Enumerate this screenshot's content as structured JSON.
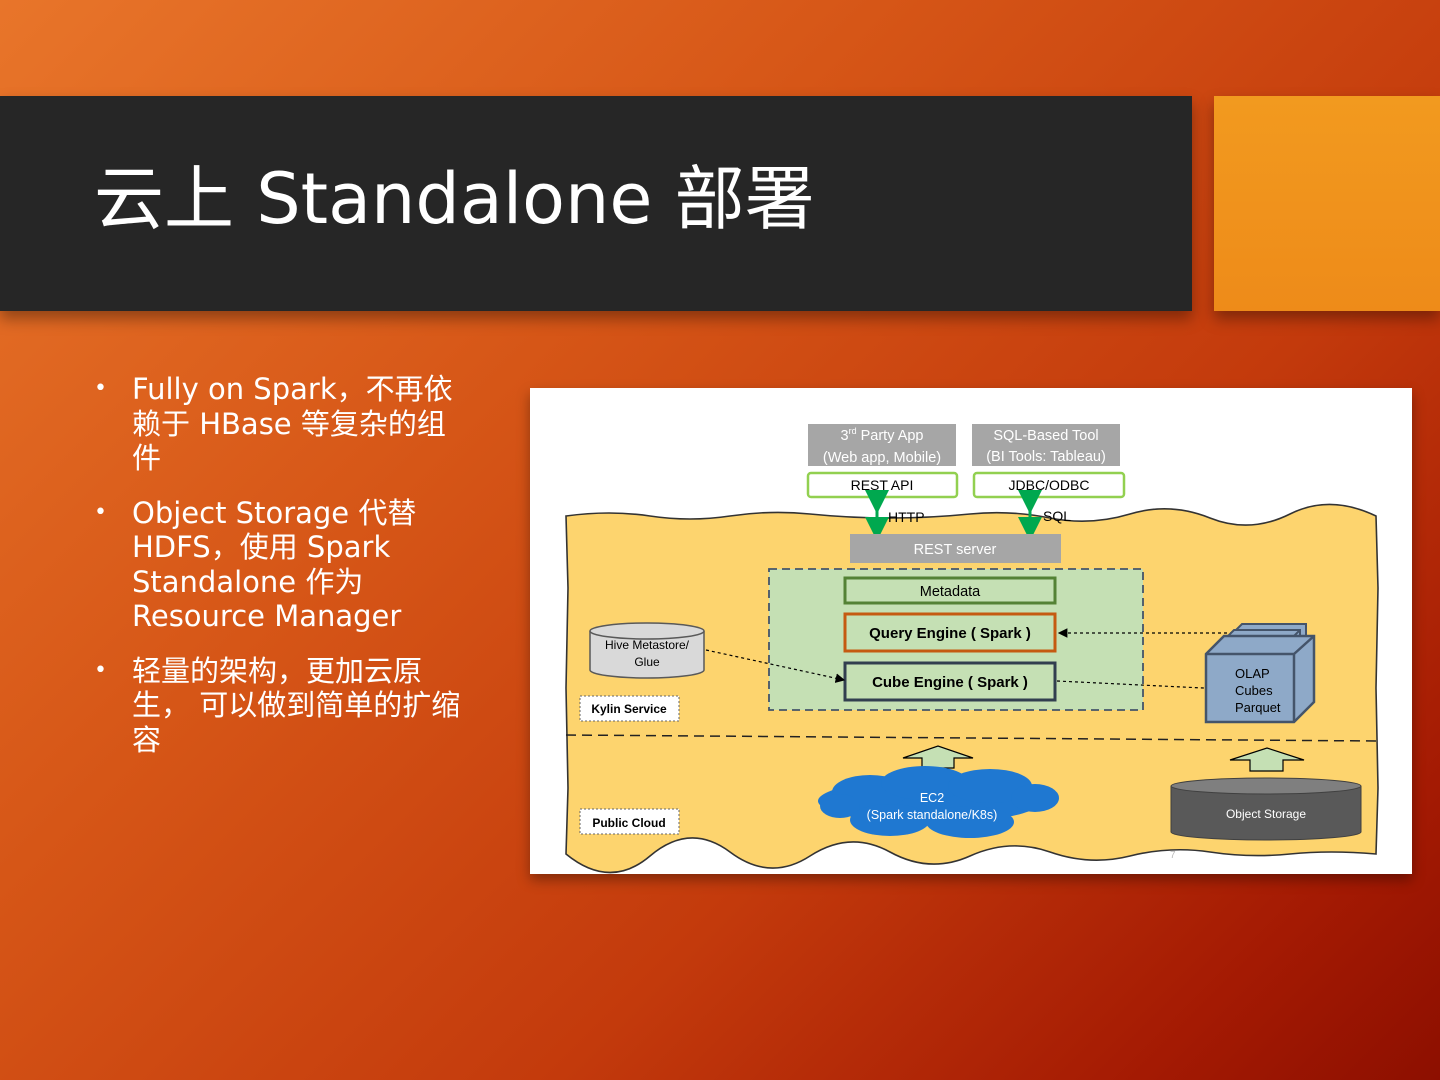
{
  "slide": {
    "title": "云上 Standalone 部署",
    "bullets": [
      "Fully on Spark，不再依赖于 HBase 等复杂的组件",
      "Object Storage 代替 HDFS，使用 Spark Standalone 作为 Resource Manager",
      "轻量的架构，更加云原生， 可以做到简单的扩缩容"
    ]
  },
  "diagram": {
    "party_app_line1": "3",
    "party_app_sup": "rd",
    "party_app_line1_rest": " Party App",
    "party_app_line2": "(Web app, Mobile)",
    "sql_tool_line1": "SQL-Based Tool",
    "sql_tool_line2": "(BI Tools: Tableau)",
    "rest_api": "REST API",
    "jdbc": "JDBC/ODBC",
    "http": "HTTP",
    "sql": "SQL",
    "rest_server": "REST server",
    "metadata": "Metadata",
    "query_engine": "Query Engine ( Spark )",
    "cube_engine": "Cube Engine ( Spark )",
    "hive_line1": "Hive Metastore/",
    "hive_line2": "Glue",
    "kylin_service": "Kylin Service",
    "olap_line1": "OLAP",
    "olap_line2": "Cubes",
    "olap_line3": "Parquet",
    "ec2_line1": "EC2",
    "ec2_line2": "(Spark standalone/K8s)",
    "object_storage": "Object Storage",
    "public_cloud": "Public Cloud",
    "page_number": "7"
  },
  "colors": {
    "title_bar": "#262626",
    "accent": "#f29a1f",
    "yellow_zone": "#fdd46e",
    "green_zone": "#c5e0b4",
    "metadata_border": "#548235",
    "query_border": "#c55a11",
    "cube_border": "#323f4f",
    "cloud": "#1f78d1",
    "grey_box": "#a6a6a6"
  }
}
